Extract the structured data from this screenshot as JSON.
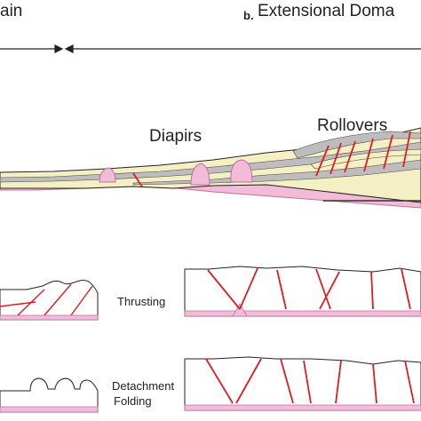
{
  "labels": {
    "left_domain": "ain",
    "panel_letter": "b.",
    "right_domain": "Extensional Doma",
    "diapirs": "Diapirs",
    "rollovers": "Rollovers",
    "thrusting": "Thrusting",
    "detachment_line1": "Detachment",
    "detachment_line2": "Folding"
  },
  "colors": {
    "salt": "#f2bcd8",
    "salt_stroke": "#c070a0",
    "sand": "#f5f0c4",
    "shale": "#bdbdbd",
    "fault": "#e01b24",
    "outline": "#222222"
  }
}
